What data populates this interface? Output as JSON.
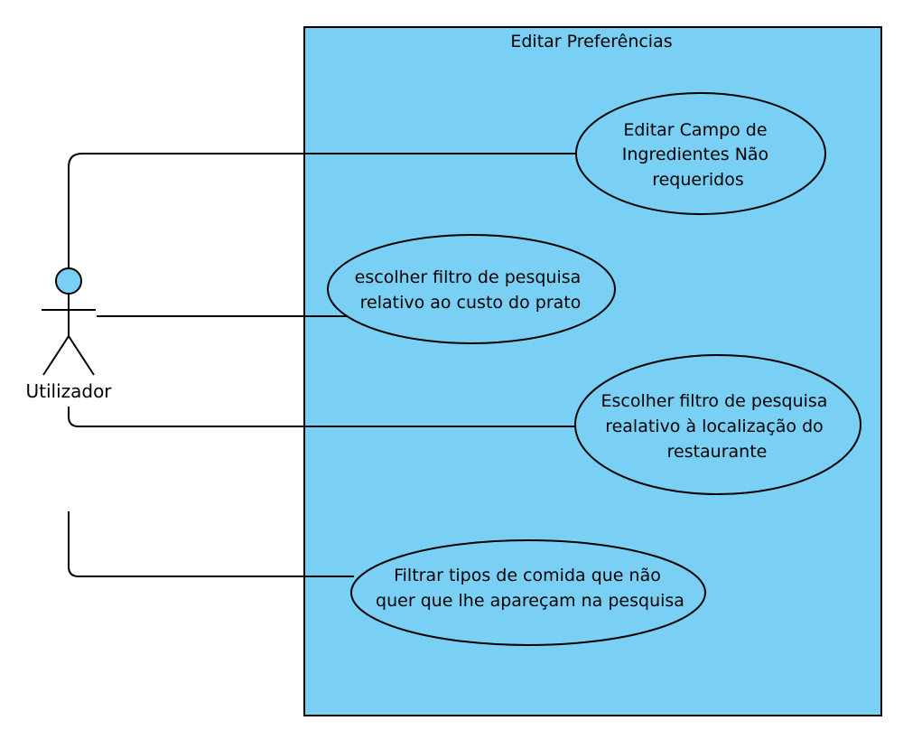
{
  "colors": {
    "boundary_fill": "#7ACFF5",
    "usecase_fill": "#7ACFF5",
    "actor_head_fill": "#7ACFF5",
    "line": "#000000",
    "background": "#FFFFFF"
  },
  "boundary": {
    "title": "Editar Preferências"
  },
  "actor": {
    "name": "Utilizador"
  },
  "use_cases": [
    {
      "lines": [
        "Editar Campo de",
        "Ingredientes Não",
        "requeridos"
      ]
    },
    {
      "lines": [
        "escolher filtro de pesquisa",
        "relativo ao custo do prato"
      ]
    },
    {
      "lines": [
        "Escolher filtro de pesquisa",
        "realativo à localização do",
        "restaurante"
      ]
    },
    {
      "lines": [
        "Filtrar tipos de comida que não",
        "quer que lhe apareçam na pesquisa"
      ]
    }
  ]
}
